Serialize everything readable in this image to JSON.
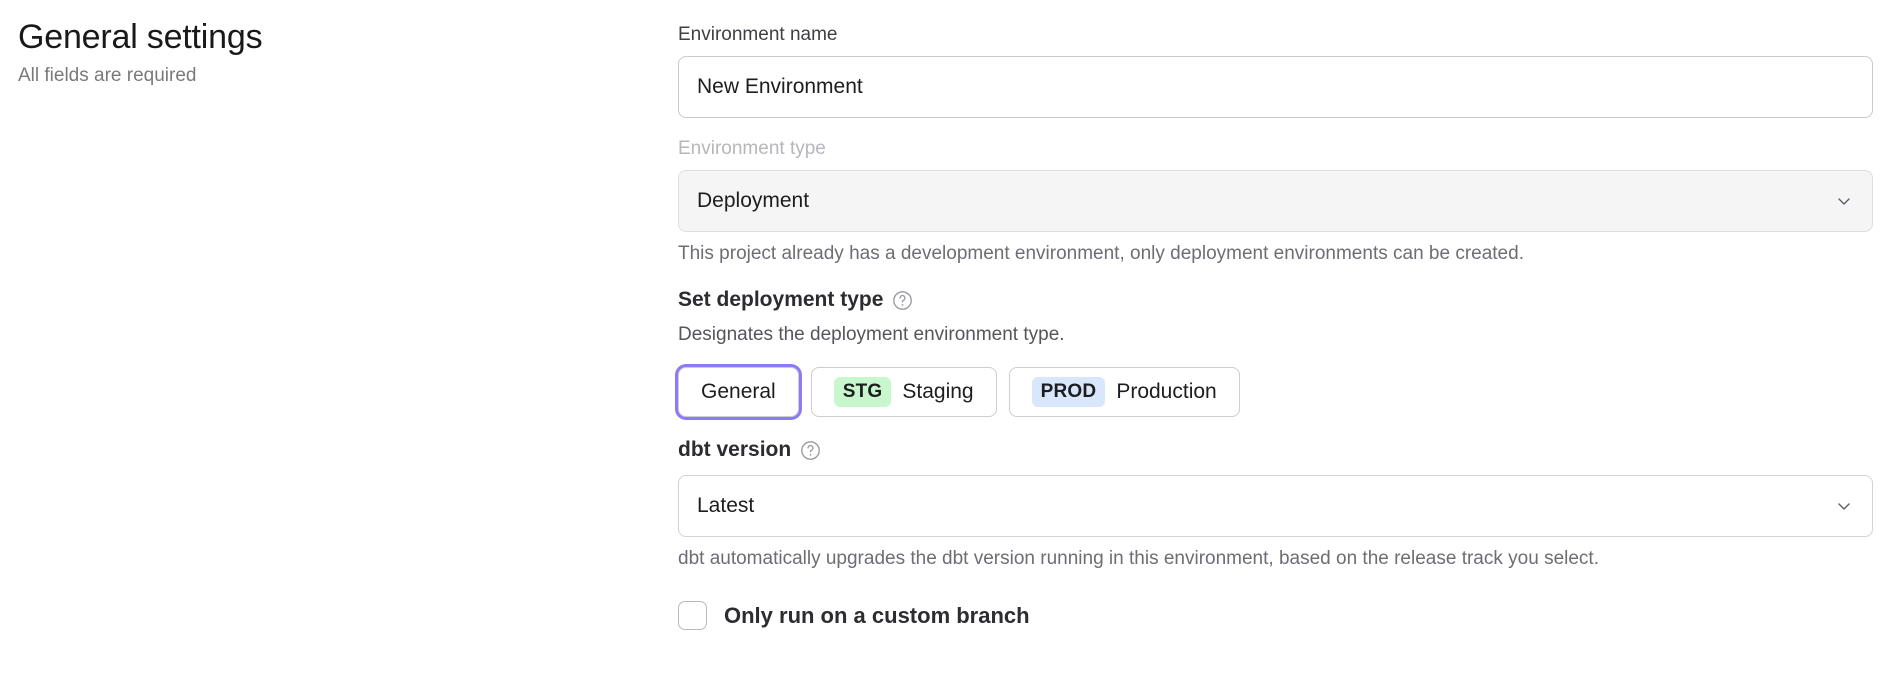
{
  "header": {
    "title": "General settings",
    "subtitle": "All fields are required"
  },
  "form": {
    "environment_name": {
      "label": "Environment name",
      "value": "New Environment",
      "placeholder": "Environment name"
    },
    "environment_type": {
      "label": "Environment type",
      "value": "Deployment",
      "disabled": true,
      "helper": "This project already has a development environment, only deployment environments can be created.",
      "chevron_icon": "chevron-down-icon"
    },
    "deployment_type": {
      "heading": "Set deployment type",
      "help_icon": "question-circle-icon",
      "description": "Designates the deployment environment type.",
      "options": [
        {
          "label": "General",
          "badge": "",
          "badge_kind": "",
          "selected": true
        },
        {
          "label": "Staging",
          "badge": "STG",
          "badge_kind": "stg",
          "selected": false
        },
        {
          "label": "Production",
          "badge": "PROD",
          "badge_kind": "prod",
          "selected": false
        }
      ]
    },
    "dbt_version": {
      "label": "dbt version",
      "help_icon": "question-circle-icon",
      "value": "Latest",
      "helper": "dbt automatically upgrades the dbt version running in this environment, based on the release track you select.",
      "chevron_icon": "chevron-down-icon"
    },
    "custom_branch": {
      "label": "Only run on a custom branch",
      "checked": false
    }
  },
  "colors": {
    "focus_ring": "#8b7cf6",
    "badge_stg_bg": "#c8f7ce",
    "badge_prod_bg": "#d8e7fb",
    "disabled_bg": "#f5f5f6",
    "muted_text": "#6d6d75"
  }
}
